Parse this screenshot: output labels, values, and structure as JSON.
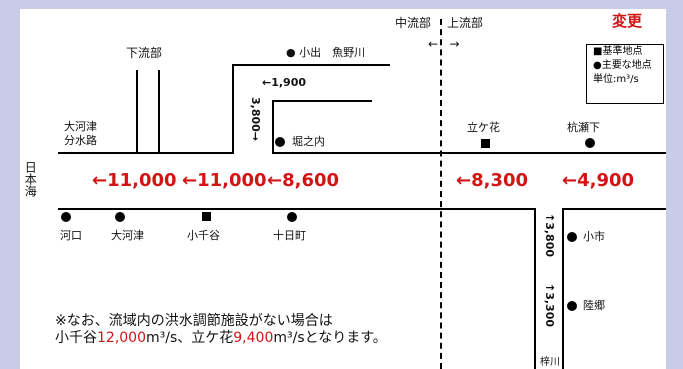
{
  "title": "変更",
  "legend": {
    "std_point": "■基準地点",
    "main_point": "●主要な地点",
    "unit": "単位:m³/s"
  },
  "sections": {
    "midstream": "中流部",
    "upstream": "上流部",
    "downstream": "下流部"
  },
  "sea": "日本海",
  "places": {
    "koide": "● 小出　魚野川",
    "horinouchi": "堀之内",
    "ookouzu_bunsuiro_1": "大河津",
    "ookouzu_bunsuiro_2": "分水路",
    "tategahana": "立ケ花",
    "kuise": "杭瀬下",
    "kakou": "河口",
    "ookouzu": "大河津",
    "ojiya": "小千谷",
    "tokamachi": "十日町",
    "koichi": "小市",
    "rikugo": "陸郷",
    "azusa": "梓川"
  },
  "flows": {
    "f1": "←11,000",
    "f2": "←11,000",
    "f3": "←8,600",
    "f4": "←8,300",
    "f5": "←4,900",
    "koide": "←1,900",
    "uono_side": "3,800→",
    "koichi_side": "↑3,800",
    "rikugo_side": "↑3,300"
  },
  "note": {
    "line1": "※なお、流域内の洪水調節施設がない場合は",
    "line2_a": "小千谷",
    "line2_b": "12,000",
    "line2_c": "m³/s、立ケ花",
    "line2_d": "9,400",
    "line2_e": "m³/sとなります。"
  }
}
